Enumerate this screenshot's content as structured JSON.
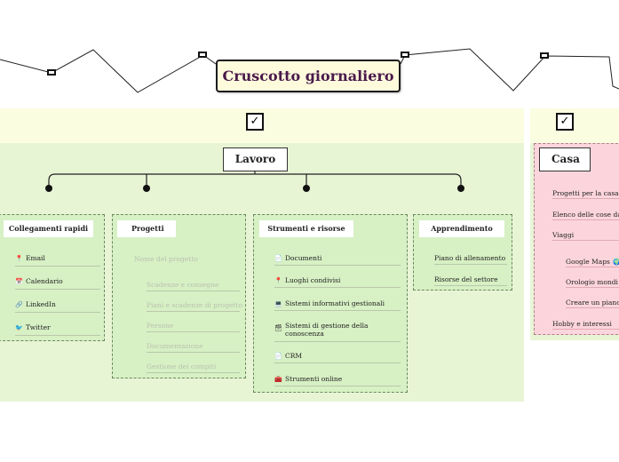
{
  "root": {
    "title": "Cruscotto giornaliero"
  },
  "lavoro": {
    "title": "Lavoro",
    "check": "✓",
    "groups": {
      "collegamenti": {
        "title": "Collegamenti rapidi",
        "items": [
          {
            "label": "Email",
            "icon": "pin-icon"
          },
          {
            "label": "Calendario",
            "icon": "calendar-icon"
          },
          {
            "label": "LinkedIn",
            "icon": "link-icon"
          },
          {
            "label": "Twitter",
            "icon": "bird-icon"
          }
        ]
      },
      "progetti": {
        "title": "Progetti",
        "name": "Nome del progetto",
        "items": [
          {
            "label": "Scadenze e consegne"
          },
          {
            "label": "Piani e scadenze di progetto"
          },
          {
            "label": "Persone"
          },
          {
            "label": "Documentazione"
          },
          {
            "label": "Gestione dei compiti"
          }
        ]
      },
      "strumenti": {
        "title": "Strumenti e risorse",
        "items": [
          {
            "label": "Documenti",
            "icon": "document-icon"
          },
          {
            "label": "Luoghi condivisi",
            "icon": "pin-icon"
          },
          {
            "label": "Sistemi informativi gestionali",
            "icon": "computer-icon"
          },
          {
            "label": "Sistemi di gestione della conoscenza",
            "icon": "archive-icon"
          },
          {
            "label": "CRM",
            "icon": "document-icon"
          },
          {
            "label": "Strumenti online",
            "icon": "toolbox-icon"
          }
        ]
      },
      "apprendimento": {
        "title": "Apprendimento",
        "items": [
          {
            "label": "Piano di allenamento"
          },
          {
            "label": "Risorse del settore"
          }
        ]
      }
    }
  },
  "casa": {
    "title": "Casa",
    "check": "✓",
    "items": [
      {
        "label": "Progetti per la casa"
      },
      {
        "label": "Elenco delle cose da"
      },
      {
        "label": "Viaggi"
      },
      {
        "label": "Google Maps"
      },
      {
        "label": "Orologio mondi"
      },
      {
        "label": "Creare un piano"
      },
      {
        "label": "Hobby e interessi"
      }
    ]
  },
  "icons": {
    "pin-icon": "📍",
    "calendar-icon": "📅",
    "link-icon": "🔗",
    "bird-icon": "🐦",
    "document-icon": "📄",
    "computer-icon": "💻",
    "archive-icon": "🗃",
    "toolbox-icon": "🧰",
    "map-icon": "🌍"
  },
  "colors": {
    "zone": "#fbfde0",
    "area": "#e8f5d5",
    "group": "#d7f0c4",
    "casa_group": "#fcd5dc",
    "root_text": "#4a1a4a"
  }
}
